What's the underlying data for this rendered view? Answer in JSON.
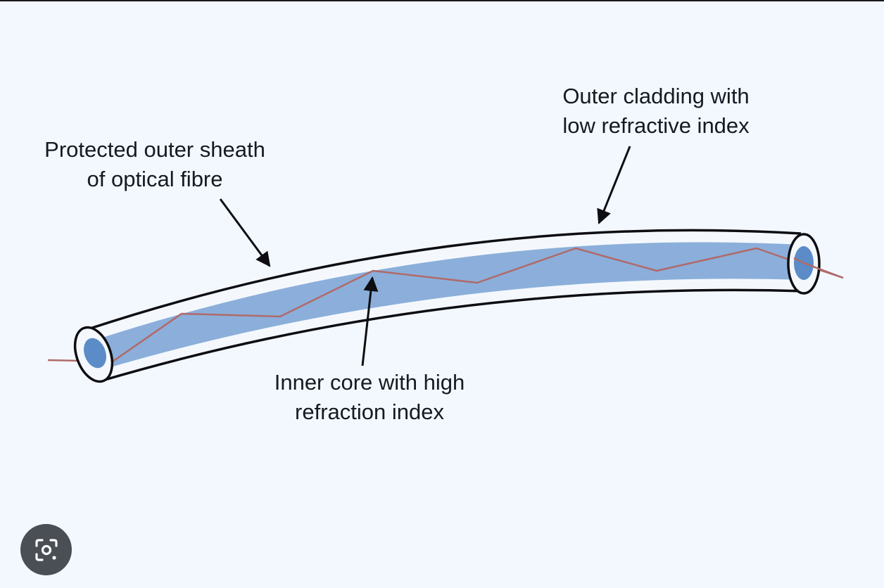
{
  "labels": {
    "sheath": [
      "Protected outer sheath",
      "of optical fibre"
    ],
    "cladding": [
      "Outer cladding with",
      "low refractive index"
    ],
    "core": [
      "Inner core with high",
      "refraction index"
    ]
  },
  "colors": {
    "background": "#f3f8fe",
    "core": "#7fa6d6",
    "outline": "#0d0d12",
    "ray": "#b06a6a",
    "lens_button": "#4a4f55"
  },
  "icons": {
    "lens_button": "visual-search-icon"
  }
}
